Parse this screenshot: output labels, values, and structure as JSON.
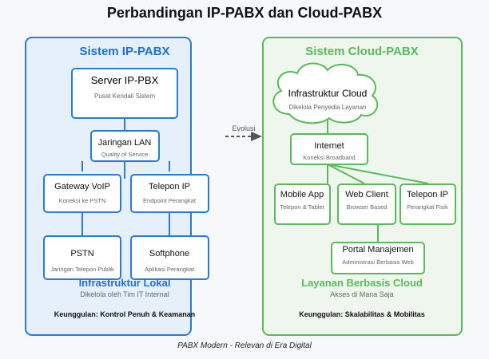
{
  "title": "Perbandingan IP-PABX dan Cloud-PABX",
  "left": {
    "title": "Sistem IP-PABX",
    "server": {
      "title": "Server IP-PBX",
      "sub": "Pusat Kendali Sistem"
    },
    "lan": {
      "title": "Jaringan LAN",
      "sub": "Quality of Service"
    },
    "gateway": {
      "title": "Gateway VoIP",
      "sub": "Koneksi ke PSTN"
    },
    "phone": {
      "title": "Telepon IP",
      "sub": "Endpoint Perangkat"
    },
    "pstn": {
      "title": "PSTN",
      "sub": "Jaringan Telepon Publik"
    },
    "softphone": {
      "title": "Softphone",
      "sub": "Aplikasi Perangkat"
    },
    "footer_title": "Infrastruktur Lokal",
    "footer_sub": "Dikelola oleh Tim IT Internal",
    "advantage": "Keunggulan: Kontrol Penuh & Keamanan"
  },
  "arrow_label": "Evolusi",
  "right": {
    "title": "Sistem Cloud-PABX",
    "cloud": {
      "title": "Infrastruktur Cloud",
      "sub": "Dikelola Penyedia Layanan"
    },
    "internet": {
      "title": "Internet",
      "sub": "Koneksi Broadband"
    },
    "mobile": {
      "title": "Mobile App",
      "sub": "Telepon & Tablet"
    },
    "web": {
      "title": "Web Client",
      "sub": "Browser Based"
    },
    "phone": {
      "title": "Telepon IP",
      "sub": "Perangkat Fisik"
    },
    "portal": {
      "title": "Portal Manajemen",
      "sub": "Administrasi Berbasis Web"
    },
    "footer_title": "Layanan Berbasis Cloud",
    "footer_sub": "Akses di Mana Saja",
    "advantage": "Keunggulan: Skalabilitas & Mobilitas"
  },
  "caption": "PABX Modern - Relevan di Era Digital",
  "colors": {
    "blue": "#2a7bd5",
    "green": "#5cb85c"
  }
}
